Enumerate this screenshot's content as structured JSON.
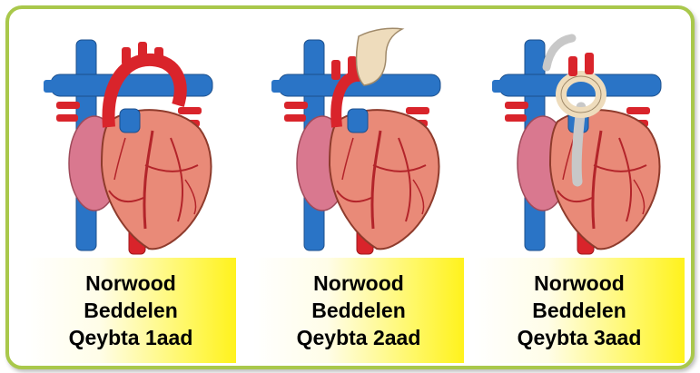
{
  "panels": [
    {
      "caption": {
        "line1": "Norwood",
        "line2": "Beddelen",
        "line3": "Qeybta 1aad"
      }
    },
    {
      "caption": {
        "line1": "Norwood",
        "line2": "Beddelen",
        "line3": "Qeybta 2aad"
      }
    },
    {
      "caption": {
        "line1": "Norwood",
        "line2": "Beddelen",
        "line3": "Qeybta 3aad"
      }
    }
  ],
  "colors": {
    "frame_border": "#a9c84b",
    "caption_yellow": "#fff21c",
    "vein_blue": "#2a74c6",
    "artery_red": "#d9242b",
    "heart_muscle": "#e98a78",
    "atrium_pink": "#d9788f",
    "graft_beige": "#eedcbc",
    "shunt_grey": "#c8c8c8"
  }
}
